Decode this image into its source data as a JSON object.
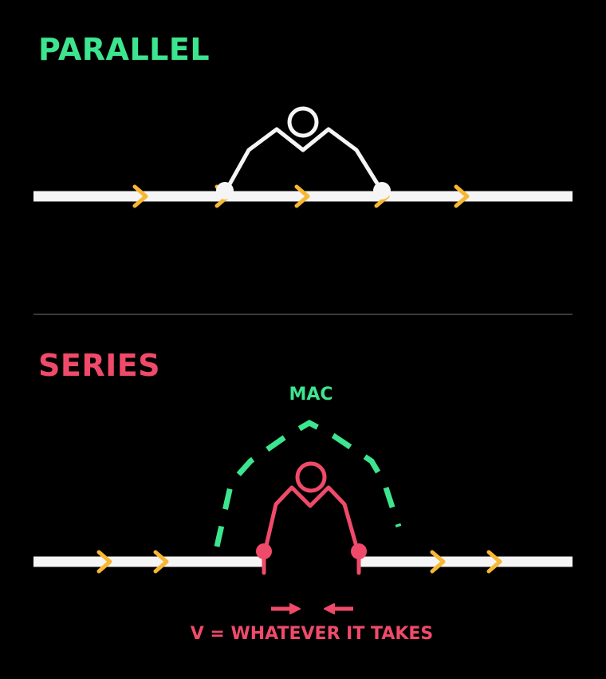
{
  "parallel": {
    "title": "PARALLEL"
  },
  "series": {
    "title": "SERIES",
    "mac_label": "MAC",
    "voltage_label": "V = WHATEVER IT TAKES"
  },
  "colors": {
    "background": "#000000",
    "line": "#f5f5f5",
    "arrow": "#f7b733",
    "parallel_accent": "#3de58f",
    "series_accent": "#f04a6a",
    "divider": "#3a3a3a"
  }
}
